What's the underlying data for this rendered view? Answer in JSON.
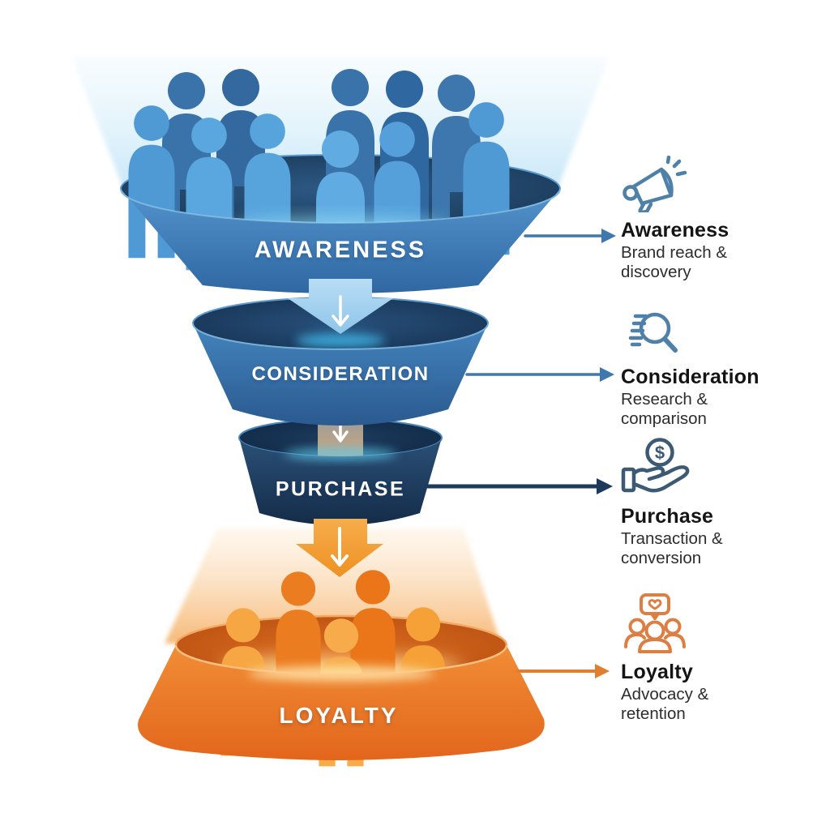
{
  "funnel": {
    "type": "marketing-funnel",
    "stages": [
      {
        "id": "awareness",
        "funnel_label": "AWARENESS",
        "title": "Awareness",
        "description": "Brand reach & discovery",
        "icon": "megaphone-icon",
        "color": "#3d7cba"
      },
      {
        "id": "consideration",
        "funnel_label": "CONSIDERATION",
        "title": "Consideration",
        "description": "Research & comparison",
        "icon": "search-document-icon",
        "color": "#31659c"
      },
      {
        "id": "purchase",
        "funnel_label": "PURCHASE",
        "title": "Purchase",
        "description": "Transaction & conversion",
        "icon": "hand-coin-icon",
        "color": "#1d3f66"
      },
      {
        "id": "loyalty",
        "funnel_label": "LOYALTY",
        "title": "Loyalty",
        "description": "Advocacy & retention",
        "icon": "loyal-customers-icon",
        "color": "#ed7b28"
      }
    ],
    "colors": {
      "people_blue_dark": "#3973aa",
      "people_blue_light": "#57a3dc",
      "people_orange_dark": "#ec7c20",
      "people_orange_light": "#f6a743",
      "connector_blue": "#3f78ae",
      "connector_navy": "#1d3a5c",
      "connector_orange": "#df8030",
      "stage_label_text": "#ffffff",
      "legend_title_text": "#141414",
      "legend_description_text": "#2d2d2d"
    }
  }
}
